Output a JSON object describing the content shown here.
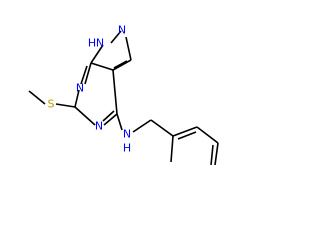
{
  "molecule": {
    "colors": {
      "bond": "#000000",
      "nitrogen": "#0000ff",
      "sulfur": "#b8a000"
    },
    "labels": {
      "nh": "N",
      "h": "H",
      "n2": "N",
      "n7": "N",
      "n5": "N",
      "s": "S",
      "nh_amine": "N",
      "h_amine": "H"
    }
  }
}
